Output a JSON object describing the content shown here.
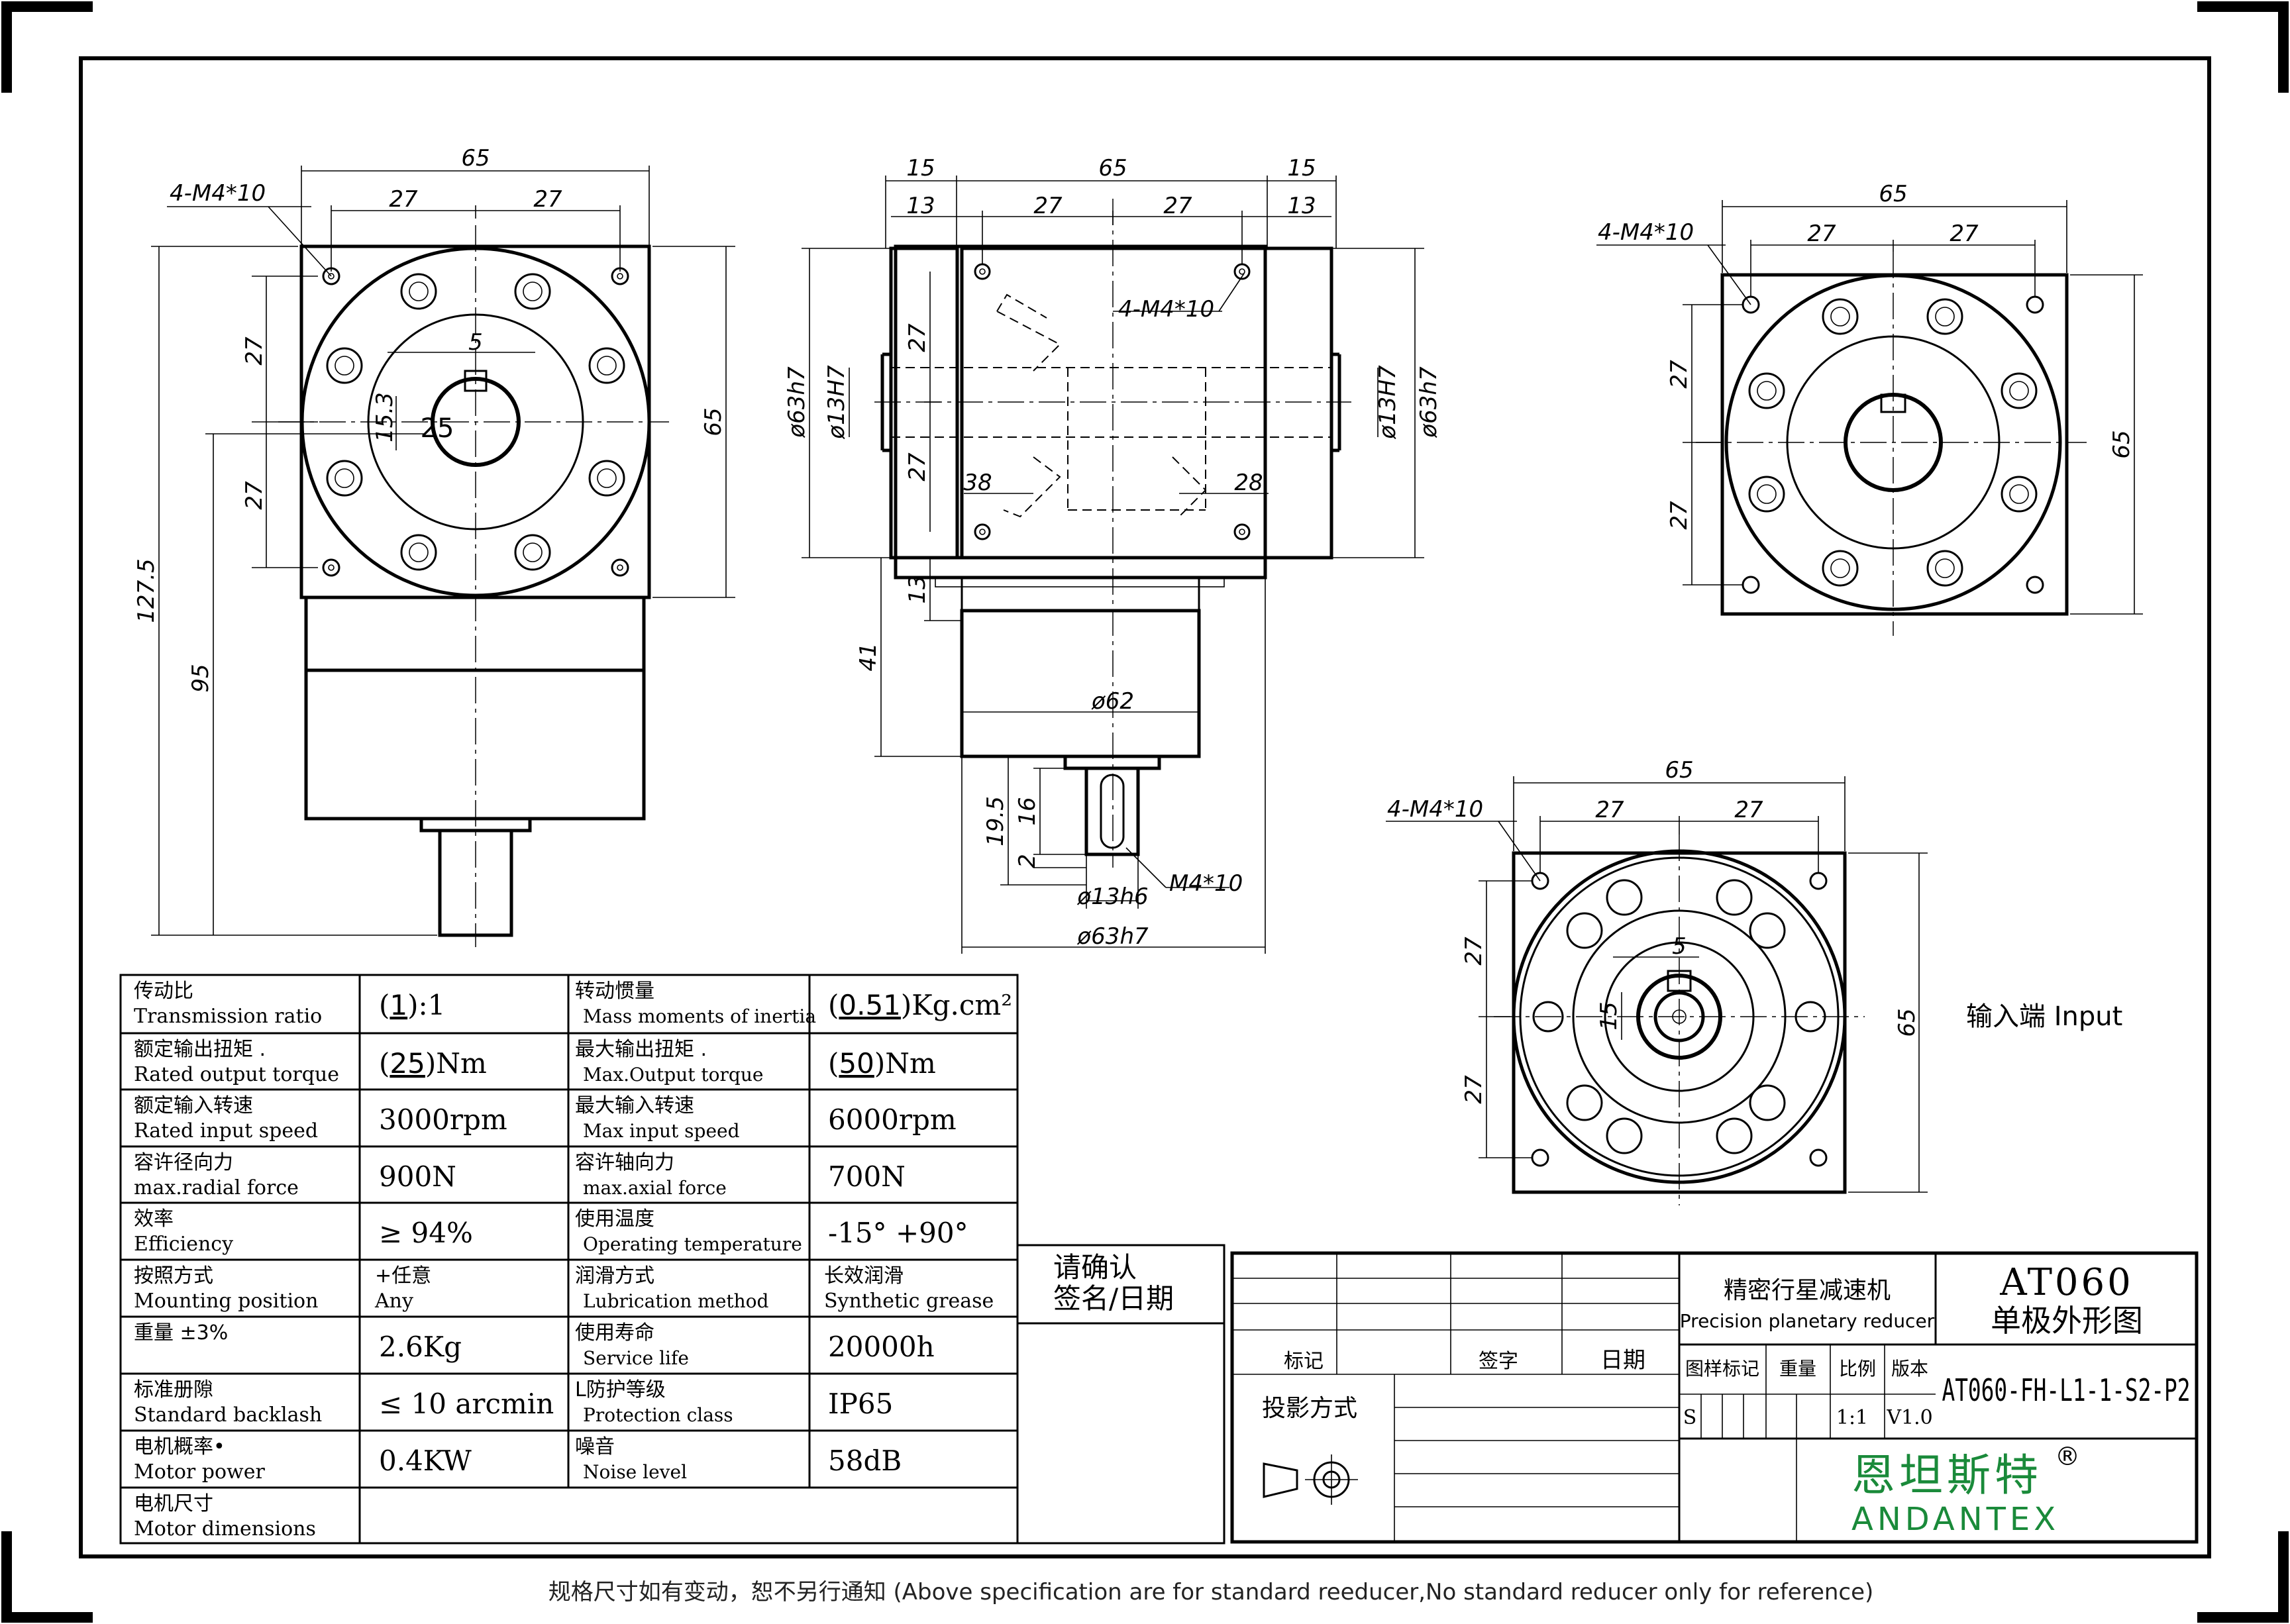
{
  "views": {
    "side": {
      "dims": [
        "65",
        "27",
        "27",
        "4-M4*10",
        "27",
        "27",
        "5",
        "15.3",
        "25",
        "65",
        "127.5",
        "95"
      ]
    },
    "front": {
      "dims": [
        "15",
        "65",
        "15",
        "13",
        "27",
        "27",
        "13",
        "4-M4*10",
        "27",
        "27",
        "ø63h7",
        "ø13H7",
        "ø13H7",
        "ø63h7",
        "38",
        "28",
        "13",
        "41",
        "ø62",
        "19.5",
        "16",
        "2",
        "ø13h6",
        "M4*10",
        "ø63h7"
      ]
    },
    "top_right": {
      "dims": [
        "65",
        "4-M4*10",
        "27",
        "27",
        "27",
        "27",
        "65"
      ]
    },
    "input_view": {
      "dims": [
        "65",
        "4-M4*10",
        "27",
        "27",
        "5",
        "27",
        "15",
        "27",
        "65"
      ],
      "label": "输入端  Input"
    }
  },
  "spec_table": {
    "rows": [
      {
        "l_cn": "传动比",
        "l_en": "Transmission ratio",
        "l_val_pre": "(",
        "l_val": "1",
        "l_val_post": "):1",
        "r_cn": "转动惯量",
        "r_en": "Mass moments of inertia",
        "r_val_pre": "(",
        "r_val": "0.51",
        "r_val_post": ")Kg.cm²"
      },
      {
        "l_cn": "额定输出扭矩  .",
        "l_en": "Rated output torque",
        "l_val_pre": "(",
        "l_val": "25",
        "l_val_post": ")Nm",
        "r_cn": "最大输出扭矩  .",
        "r_en": "Max.Output torque",
        "r_val_pre": "(",
        "r_val": "50",
        "r_val_post": ")Nm"
      },
      {
        "l_cn": "额定输入转速",
        "l_en": "Rated input speed",
        "l_val_pre": "",
        "l_val": "3000rpm",
        "l_val_post": "",
        "r_cn": "最大输入转速",
        "r_en": "Max input speed",
        "r_val_pre": "",
        "r_val": "6000rpm",
        "r_val_post": ""
      },
      {
        "l_cn": "容许径向力",
        "l_en": "max.radial force",
        "l_val_pre": "",
        "l_val": "900N",
        "l_val_post": "",
        "r_cn": "容许轴向力",
        "r_en": "max.axial  force",
        "r_val_pre": "",
        "r_val": "700N",
        "r_val_post": ""
      },
      {
        "l_cn": "效率",
        "l_en": "Efficiency",
        "l_val_pre": "",
        "l_val": "≥ 94%",
        "l_val_post": "",
        "r_cn": "使用温度",
        "r_en": "Operating temperature",
        "r_val_pre": "",
        "r_val": "-15° +90°",
        "r_val_post": ""
      },
      {
        "l_cn": "按照方式",
        "l_en": "Mounting position",
        "l_val_pre": "",
        "l_val": "+任意",
        "l_val2": "Any",
        "l_val_post": "",
        "r_cn": "润滑方式",
        "r_en": "Lubrication method",
        "r_val_pre": "",
        "r_val": "长效润滑",
        "r_val2": "Synthetic grease",
        "r_val_post": ""
      },
      {
        "l_cn": "重量 ±3%",
        "l_en": "",
        "l_val_pre": "",
        "l_val": "2.6Kg",
        "l_val_post": "",
        "r_cn": "使用寿命",
        "r_en": "Service life",
        "r_val_pre": "",
        "r_val": "20000h",
        "r_val_post": ""
      },
      {
        "l_cn": "标准册隙",
        "l_en": "Standard backlash",
        "l_val_pre": "",
        "l_val": "≤ 10 arcmin",
        "l_val_post": "",
        "r_cn": "L防护等级",
        "r_en": "Protection class",
        "r_val_pre": "",
        "r_val": "IP65",
        "r_val_post": ""
      },
      {
        "l_cn": "电机概率•",
        "l_en": "Motor power",
        "l_val_pre": "",
        "l_val": "0.4KW",
        "l_val_post": "",
        "r_cn": "噪音",
        "r_en": "Noise level",
        "r_val_pre": "",
        "r_val": "58dB",
        "r_val_post": ""
      },
      {
        "l_cn": "电机尺寸",
        "l_en": "Motor dimensions",
        "l_val_pre": "",
        "l_val": "",
        "l_val_post": "",
        "r_cn": "",
        "r_en": "",
        "r_val_pre": "",
        "r_val": "",
        "r_val_post": ""
      }
    ],
    "confirm": [
      "请确认",
      "签名/日期"
    ]
  },
  "title_block": {
    "mark": "标记",
    "sign": "签字",
    "date": "日期",
    "projection": "投影方式",
    "product_cn": "精密行星减速机",
    "product_en": "Precision planetary reducer",
    "model": "AT060",
    "view_name": "单极外形图",
    "col_heads": [
      "图样标记",
      "重量",
      "比例",
      "版本"
    ],
    "mark_val": "S",
    "scale": "1:1",
    "version": "V1.0",
    "part_no": "AT060-FH-L1-1-S2-P2",
    "brand_cn": "恩坦斯特",
    "brand_reg": "®",
    "brand_en": "ANDANTEX"
  },
  "footer": {
    "note": "规格尺寸如有变动，恕不另行通知  (Above specification are for standard reeducer,No standard reducer only for reference)"
  }
}
